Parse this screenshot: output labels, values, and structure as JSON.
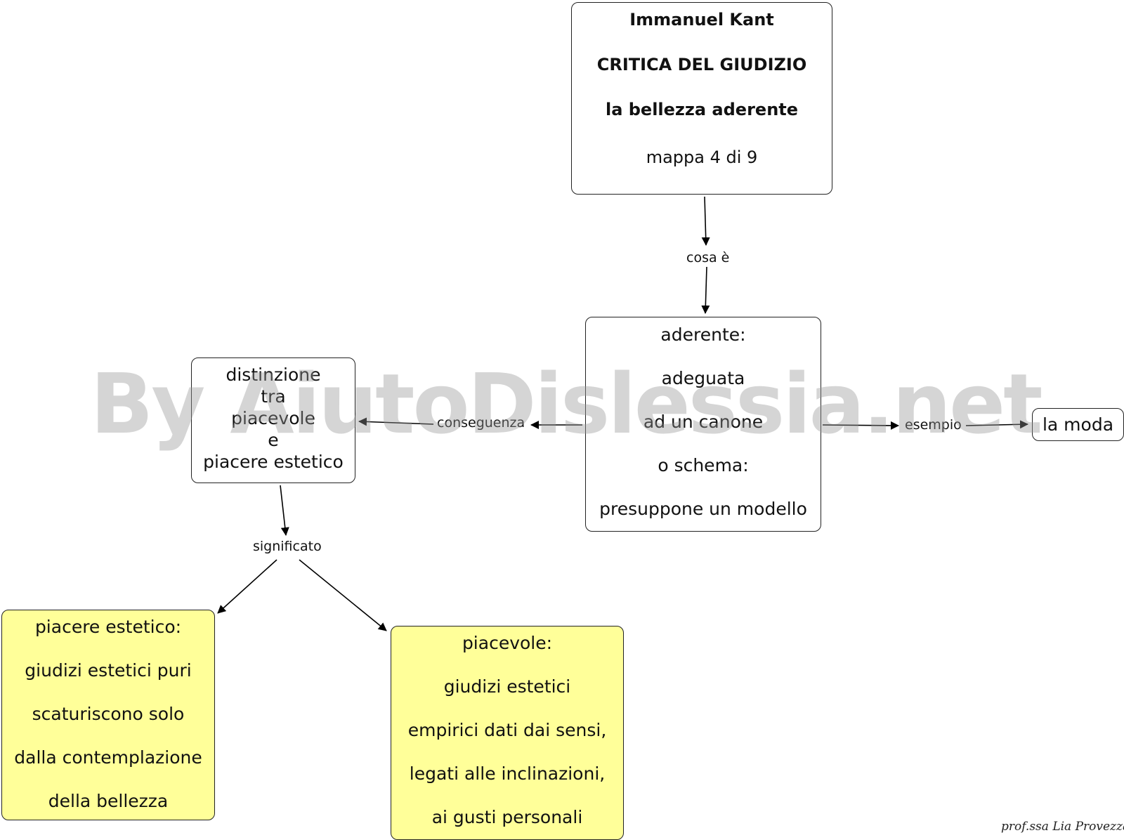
{
  "nodes": {
    "title": {
      "author": "Immanuel Kant",
      "work": "CRITICA DEL GIUDIZIO",
      "topic": "la bellezza aderente",
      "subtitle": "mappa 4 di 9"
    },
    "aderente": {
      "lines": [
        "aderente:",
        "adeguata",
        "ad un canone",
        "o schema:",
        "presuppone un modello"
      ]
    },
    "distinzione": {
      "lines": [
        "distinzione",
        "tra",
        "piacevole",
        "e",
        "piacere estetico"
      ]
    },
    "moda": {
      "label": "la moda"
    },
    "piacere_estetico": {
      "lines": [
        "piacere estetico:",
        "giudizi estetici puri",
        "scaturiscono solo",
        "dalla contemplazione",
        "della bellezza"
      ]
    },
    "piacevole": {
      "lines": [
        "piacevole:",
        "giudizi estetici",
        "empirici dati  dai sensi,",
        "legati alle inclinazioni,",
        "ai gusti personali"
      ]
    }
  },
  "links": {
    "cosa": "cosa è",
    "conseguenza": "conseguenza",
    "esempio": "esempio",
    "significato": "significato"
  },
  "watermark": "By AiutoDislessia.net",
  "signature": "prof.ssa Lia Provezza",
  "colors": {
    "yellow_fill": "#ffff99",
    "border": "#222222"
  }
}
